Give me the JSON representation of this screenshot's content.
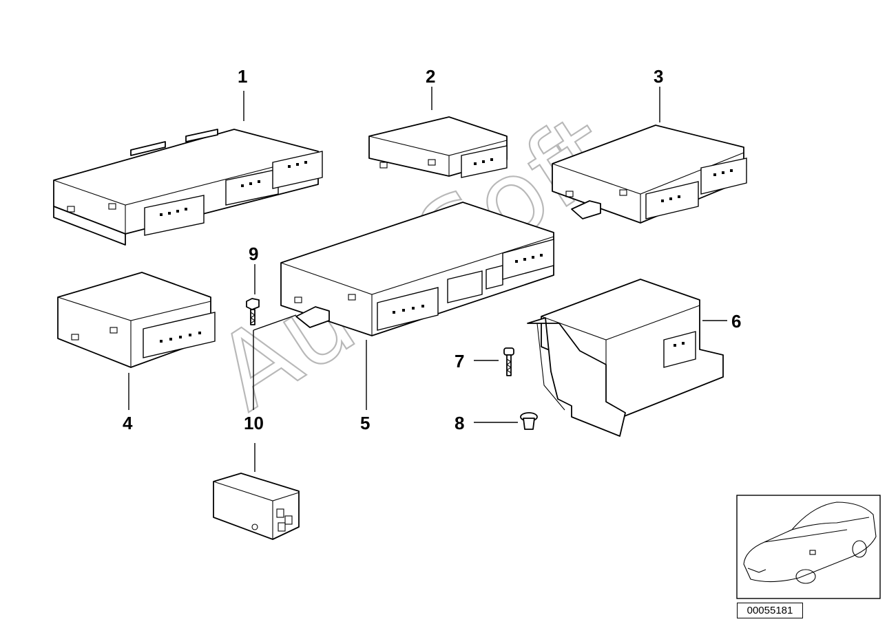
{
  "callouts": {
    "c1": "1",
    "c2": "2",
    "c3": "3",
    "c4": "4",
    "c5": "5",
    "c6": "6",
    "c7": "7",
    "c8": "8",
    "c9": "9",
    "c10": "10"
  },
  "watermark": "AutoSoft",
  "reference_number": "00055181",
  "colors": {
    "line": "#000000",
    "background": "#ffffff",
    "watermark": "#b8b8b8"
  }
}
